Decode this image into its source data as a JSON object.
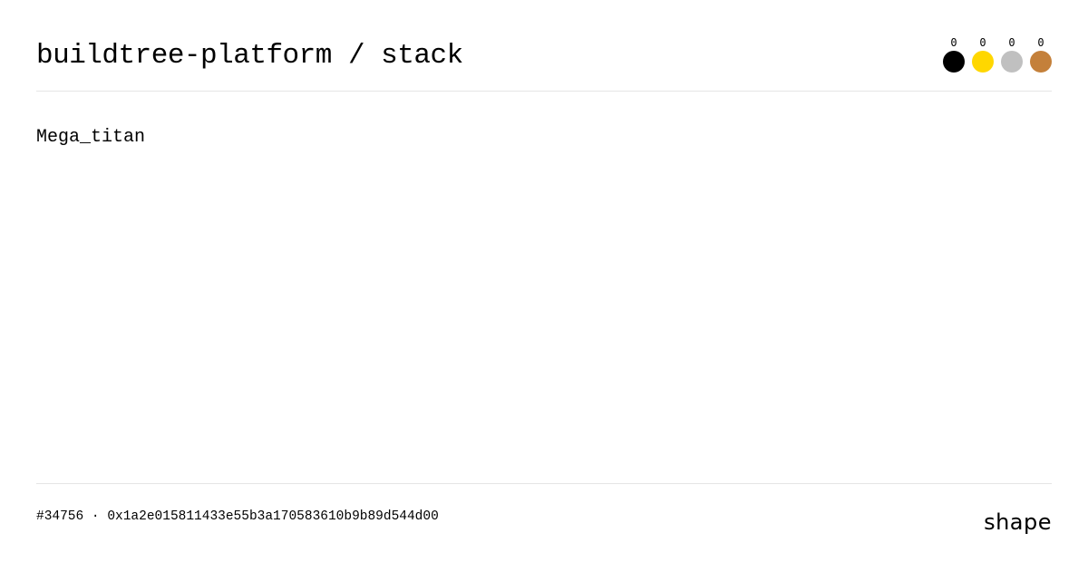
{
  "header": {
    "title": "buildtree-platform / stack",
    "swatches": [
      {
        "name": "black",
        "color": "#000000",
        "count": "0"
      },
      {
        "name": "gold",
        "color": "#FFD700",
        "count": "0"
      },
      {
        "name": "silver",
        "color": "#C0C0C0",
        "count": "0"
      },
      {
        "name": "bronze",
        "color": "#C4803A",
        "count": "0"
      }
    ]
  },
  "main": {
    "subtitle": "Mega_titan"
  },
  "footer": {
    "id": "#34756",
    "separator": "·",
    "hash": "0x1a2e015811433e55b3a170583610b9b89d544d00",
    "brand": "shape"
  }
}
